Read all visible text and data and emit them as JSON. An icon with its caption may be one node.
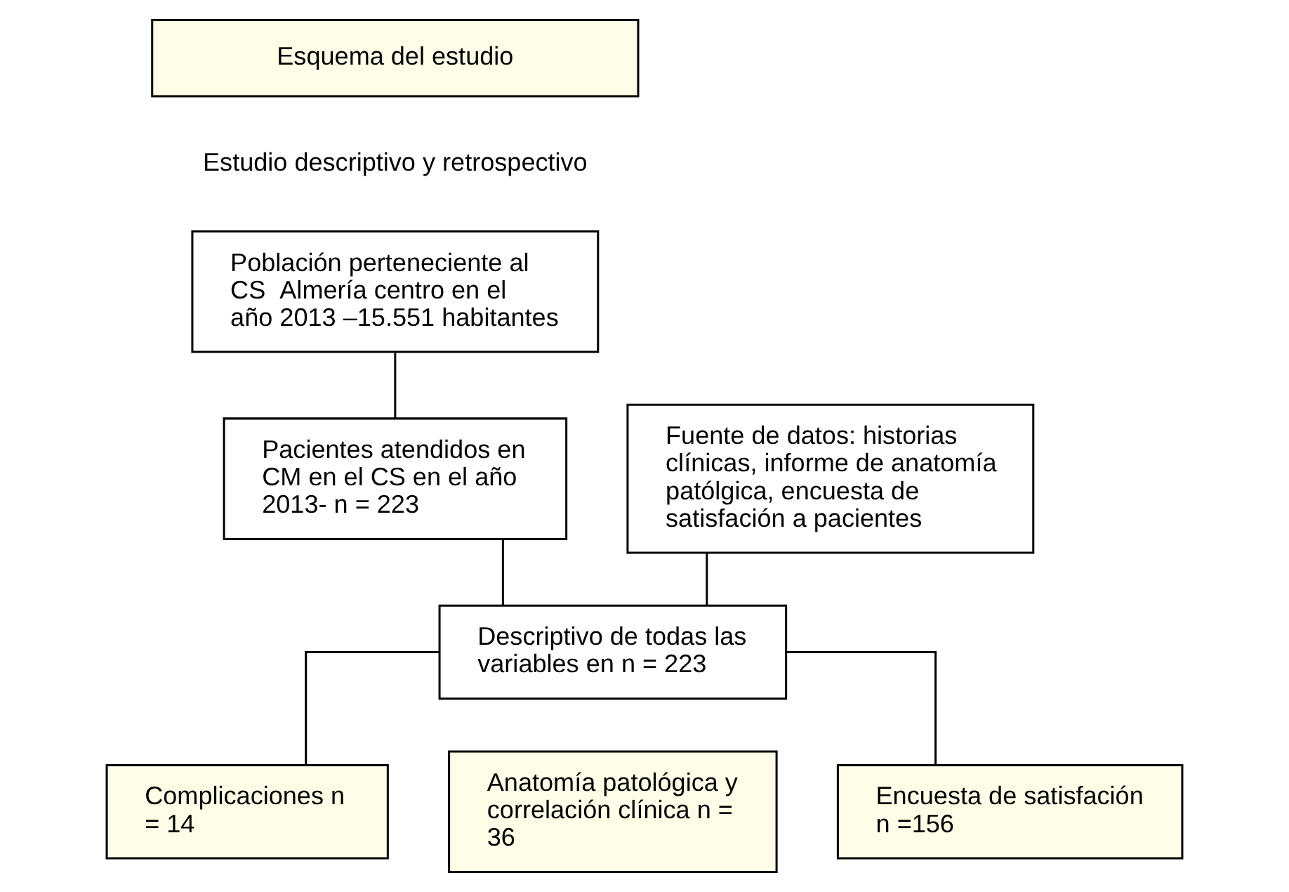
{
  "diagram": {
    "nodes": [
      {
        "text": [
          "Esquema del estudio"
        ]
      },
      {
        "text": [
          "Población perteneciente al CS  Almería centro en el año 2013 –15.551 habitantes"
        ]
      },
      {
        "text": [
          "Pacientes atendidos en CM en el CS en el año 2013- n = 223"
        ]
      },
      {
        "text": [
          "Fuente de datos: historias clínicas, informe de anatomía patólgica, encuesta de satisfación a pacientes"
        ]
      },
      {
        "text": [
          "Descriptivo de todas las variables en n = 223"
        ]
      },
      {
        "text": [
          "Complicaciones n = 14"
        ]
      },
      {
        "text": [
          "Anatomía patológica y correlación clínica n = 36"
        ]
      },
      {
        "text": [
          "Encuesta de satisfación n =156"
        ]
      }
    ],
    "edges": [
      {
        "from": 1,
        "to": 2,
        "arrow": "none"
      },
      {
        "from": 2,
        "to": 4,
        "arrow": "none"
      },
      {
        "from": 3,
        "to": 4,
        "arrow": "none"
      },
      {
        "from": 4,
        "to": 5,
        "arrow": "none"
      },
      {
        "from": 4,
        "to": 7,
        "arrow": "none"
      }
    ],
    "labels": [
      "Estudio descriptivo y retrospectivo"
    ]
  }
}
